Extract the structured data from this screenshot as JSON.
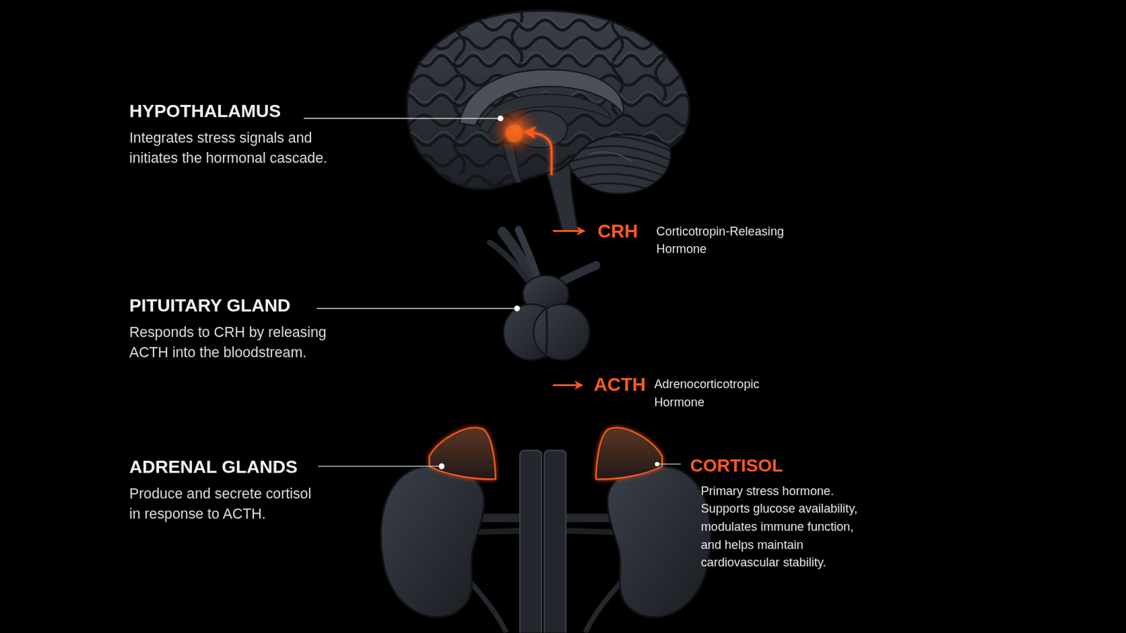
{
  "diagram": {
    "nodes": [
      {
        "text": [
          "HYPOTHALAMUS",
          "Integrates stress signals and initiates the hormonal cascade."
        ]
      },
      {
        "text": [
          "PITUITARY GLAND",
          "Responds to CRH by releasing ACTH into the bloodstream."
        ]
      },
      {
        "text": [
          "ADRENAL GLANDS",
          "Produce and secrete cortisol in response to ACTH."
        ]
      }
    ],
    "edges": [
      {
        "from": 0,
        "to": 1,
        "label": "CRH",
        "arrow": "to"
      },
      {
        "from": 1,
        "to": 2,
        "label": "ACTH",
        "arrow": "to"
      }
    ],
    "labels": [
      "Corticotropin-Releasing Hormone",
      "Adrenocorticotropic Hormone",
      "CORTISOL",
      "Primary stress hormone. Supports glucose availability, modulates immune function, and helps maintain cardiovascular stability."
    ]
  }
}
